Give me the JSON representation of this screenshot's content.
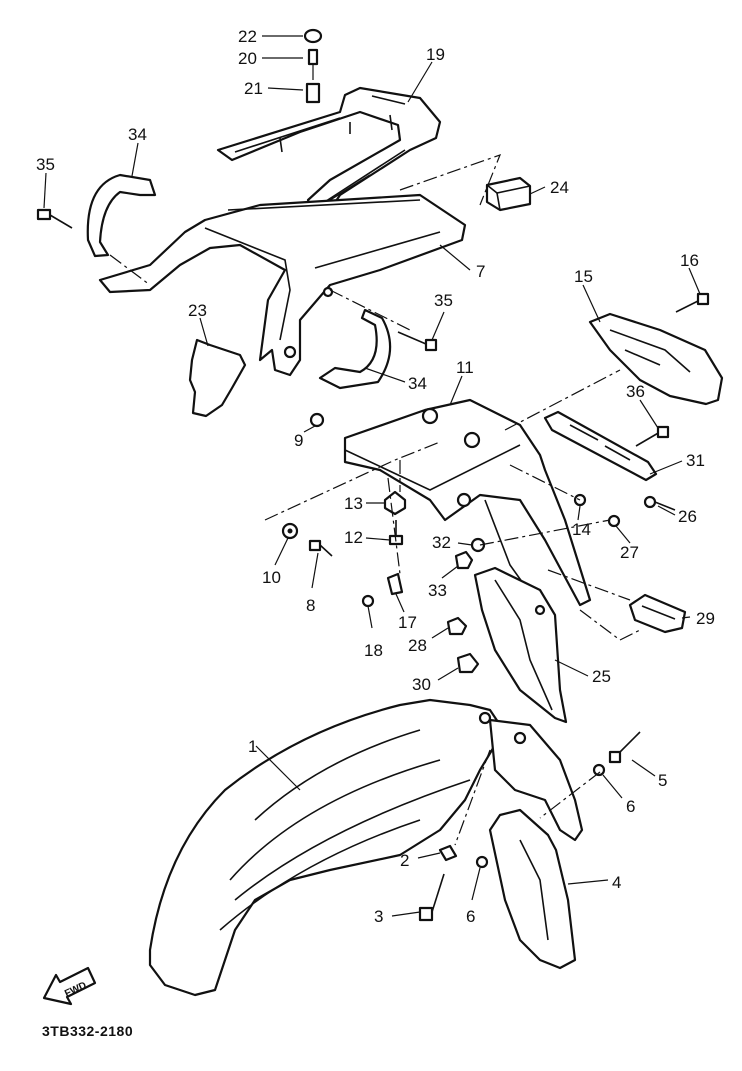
{
  "diagram_code": "3TB332-2180",
  "front_arrow_text": "FWD",
  "callouts": [
    "1",
    "2",
    "3",
    "4",
    "5",
    "6",
    "6",
    "7",
    "8",
    "9",
    "10",
    "11",
    "12",
    "13",
    "14",
    "15",
    "16",
    "17",
    "18",
    "19",
    "20",
    "21",
    "22",
    "23",
    "24",
    "25",
    "26",
    "27",
    "28",
    "29",
    "30",
    "31",
    "32",
    "33",
    "34",
    "34",
    "35",
    "35",
    "36"
  ]
}
